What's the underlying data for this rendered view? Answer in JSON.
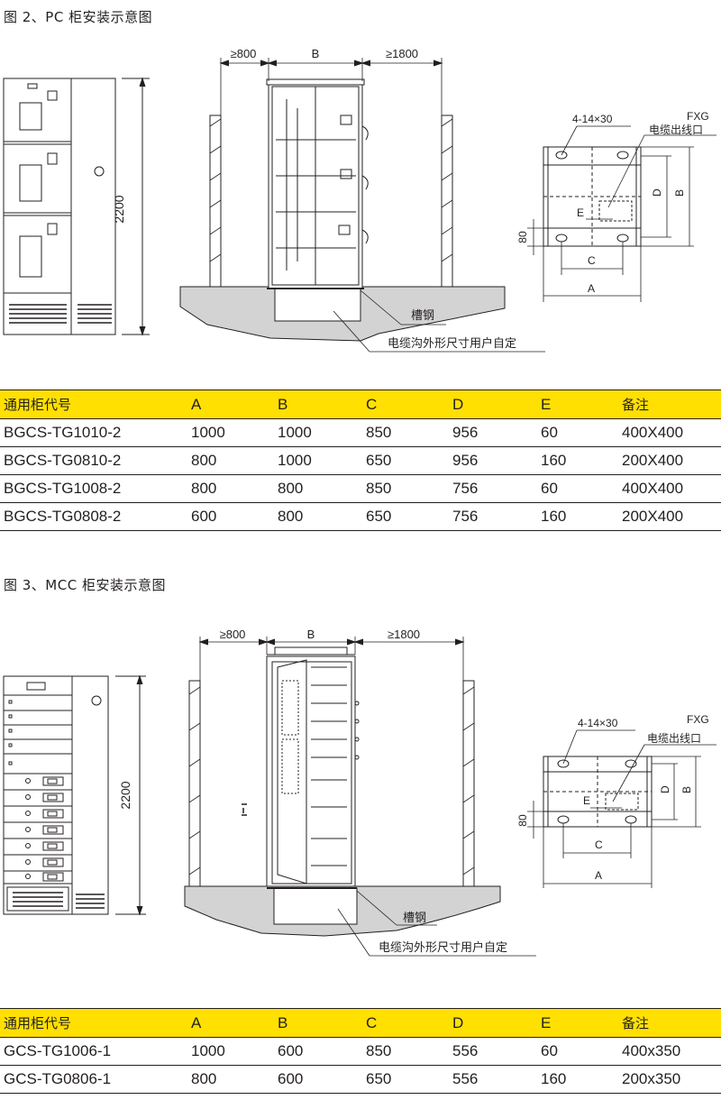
{
  "fig2": {
    "title": "图 2、PC 柜安装示意图",
    "height_label": "2200",
    "front_clear": "≥800",
    "width_label": "B",
    "rear_clear": "≥1800",
    "channel_steel": "槽钢",
    "trench_note": "电缆沟外形尺寸用户自定",
    "holes": "4-14×30",
    "fxg": "FXG",
    "cable_outlet": "电缆出线口",
    "dim_a": "A",
    "dim_b": "B",
    "dim_c": "C",
    "dim_d": "D",
    "dim_e": "E",
    "dim_80": "80"
  },
  "table2": {
    "headers": [
      "通用柜代号",
      "A",
      "B",
      "C",
      "D",
      "E",
      "备注"
    ],
    "rows": [
      [
        "BGCS-TG1010-2",
        "1000",
        "1000",
        "850",
        "956",
        "60",
        "400X400"
      ],
      [
        "BGCS-TG0810-2",
        "800",
        "1000",
        "650",
        "956",
        "160",
        "200X400"
      ],
      [
        "BGCS-TG1008-2",
        "800",
        "800",
        "850",
        "756",
        "60",
        "400X400"
      ],
      [
        "BGCS-TG0808-2",
        "600",
        "800",
        "650",
        "756",
        "160",
        "200X400"
      ]
    ]
  },
  "fig3": {
    "title": "图 3、MCC 柜安装示意图",
    "height_label": "2200",
    "front_clear": "≥800",
    "width_label": "B",
    "rear_clear": "≥1800",
    "channel_steel": "槽钢",
    "trench_note": "电缆沟外形尺寸用户自定",
    "holes": "4-14×30",
    "fxg": "FXG",
    "cable_outlet": "电缆出线口",
    "dim_a": "A",
    "dim_b": "B",
    "dim_c": "C",
    "dim_d": "D",
    "dim_e": "E",
    "dim_80": "80"
  },
  "table3": {
    "headers": [
      "通用柜代号",
      "A",
      "B",
      "C",
      "D",
      "E",
      "备注"
    ],
    "rows": [
      [
        "GCS-TG1006-1",
        "1000",
        "600",
        "850",
        "556",
        "60",
        "400x350"
      ],
      [
        "GCS-TG0806-1",
        "800",
        "600",
        "650",
        "556",
        "160",
        "200x350"
      ]
    ]
  },
  "colors": {
    "accent": "#ffe000",
    "line": "#231f20",
    "ground": "#d3d3d3"
  }
}
